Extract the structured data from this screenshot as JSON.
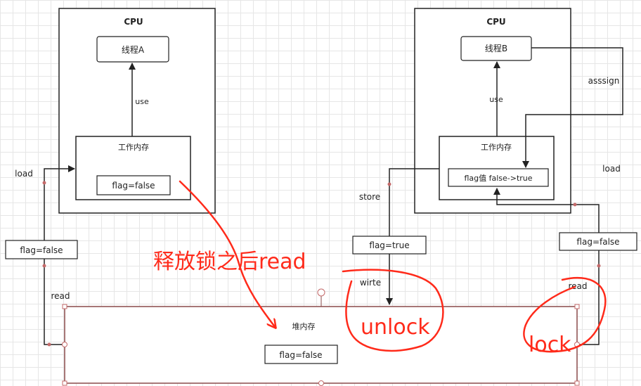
{
  "left_cpu": {
    "title": "CPU",
    "thread_label": "线程A",
    "use_label": "use",
    "work_memory_label": "工作内存",
    "flag_value": "flag=false"
  },
  "right_cpu": {
    "title": "CPU",
    "thread_label": "线程B",
    "use_label": "use",
    "work_memory_label": "工作内存",
    "flag_value": "flag值 false->true",
    "assign_label": "asssign"
  },
  "left_side": {
    "load_label": "load",
    "flag_box": "flag=false",
    "read_label": "read"
  },
  "right_side": {
    "store_label": "store",
    "store_flag_box": "flag=true",
    "write_label": "wirte",
    "load_label": "load",
    "load_flag_box": "flag=false",
    "read_label": "read"
  },
  "heap": {
    "title": "堆内存",
    "flag_value": "flag=false"
  },
  "annotations": {
    "release_lock_text": "释放锁之后read",
    "unlock_text": "unlock",
    "lock_text": "lock",
    "color": "#ff2a1a"
  }
}
